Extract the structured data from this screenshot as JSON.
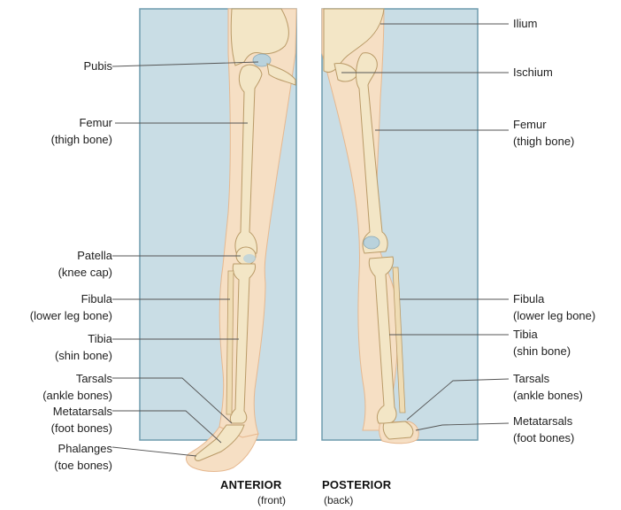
{
  "colors": {
    "panel": "#c9dde5",
    "panel_border": "#6f9cae",
    "skin": "#f6dfc4",
    "skin_edge": "#e6b88f",
    "bone": "#f3e6c6",
    "bone_edge": "#b99a67",
    "cartilage": "#b9d2dc",
    "leader": "#555555"
  },
  "anterior_labels": {
    "pubis": {
      "line1": "Pubis",
      "line2": ""
    },
    "femur": {
      "line1": "Femur",
      "line2": "(thigh bone)"
    },
    "patella": {
      "line1": "Patella",
      "line2": "(knee cap)"
    },
    "fibula": {
      "line1": "Fibula",
      "line2": "(lower leg bone)"
    },
    "tibia": {
      "line1": "Tibia",
      "line2": "(shin bone)"
    },
    "tarsals": {
      "line1": "Tarsals",
      "line2": "(ankle bones)"
    },
    "metatarsals": {
      "line1": "Metatarsals",
      "line2": "(foot bones)"
    },
    "phalanges": {
      "line1": "Phalanges",
      "line2": "(toe bones)"
    }
  },
  "posterior_labels": {
    "ilium": {
      "line1": "Ilium",
      "line2": ""
    },
    "ischium": {
      "line1": "Ischium",
      "line2": ""
    },
    "femur": {
      "line1": "Femur",
      "line2": "(thigh bone)"
    },
    "fibula": {
      "line1": "Fibula",
      "line2": "(lower leg bone)"
    },
    "tibia": {
      "line1": "Tibia",
      "line2": "(shin bone)"
    },
    "tarsals": {
      "line1": "Tarsals",
      "line2": "(ankle bones)"
    },
    "metatarsals": {
      "line1": "Metatarsals",
      "line2": "(foot bones)"
    }
  },
  "views": {
    "anterior": {
      "title": "ANTERIOR",
      "subtitle": "(front)"
    },
    "posterior": {
      "title": "POSTERIOR",
      "subtitle": "(back)"
    }
  }
}
